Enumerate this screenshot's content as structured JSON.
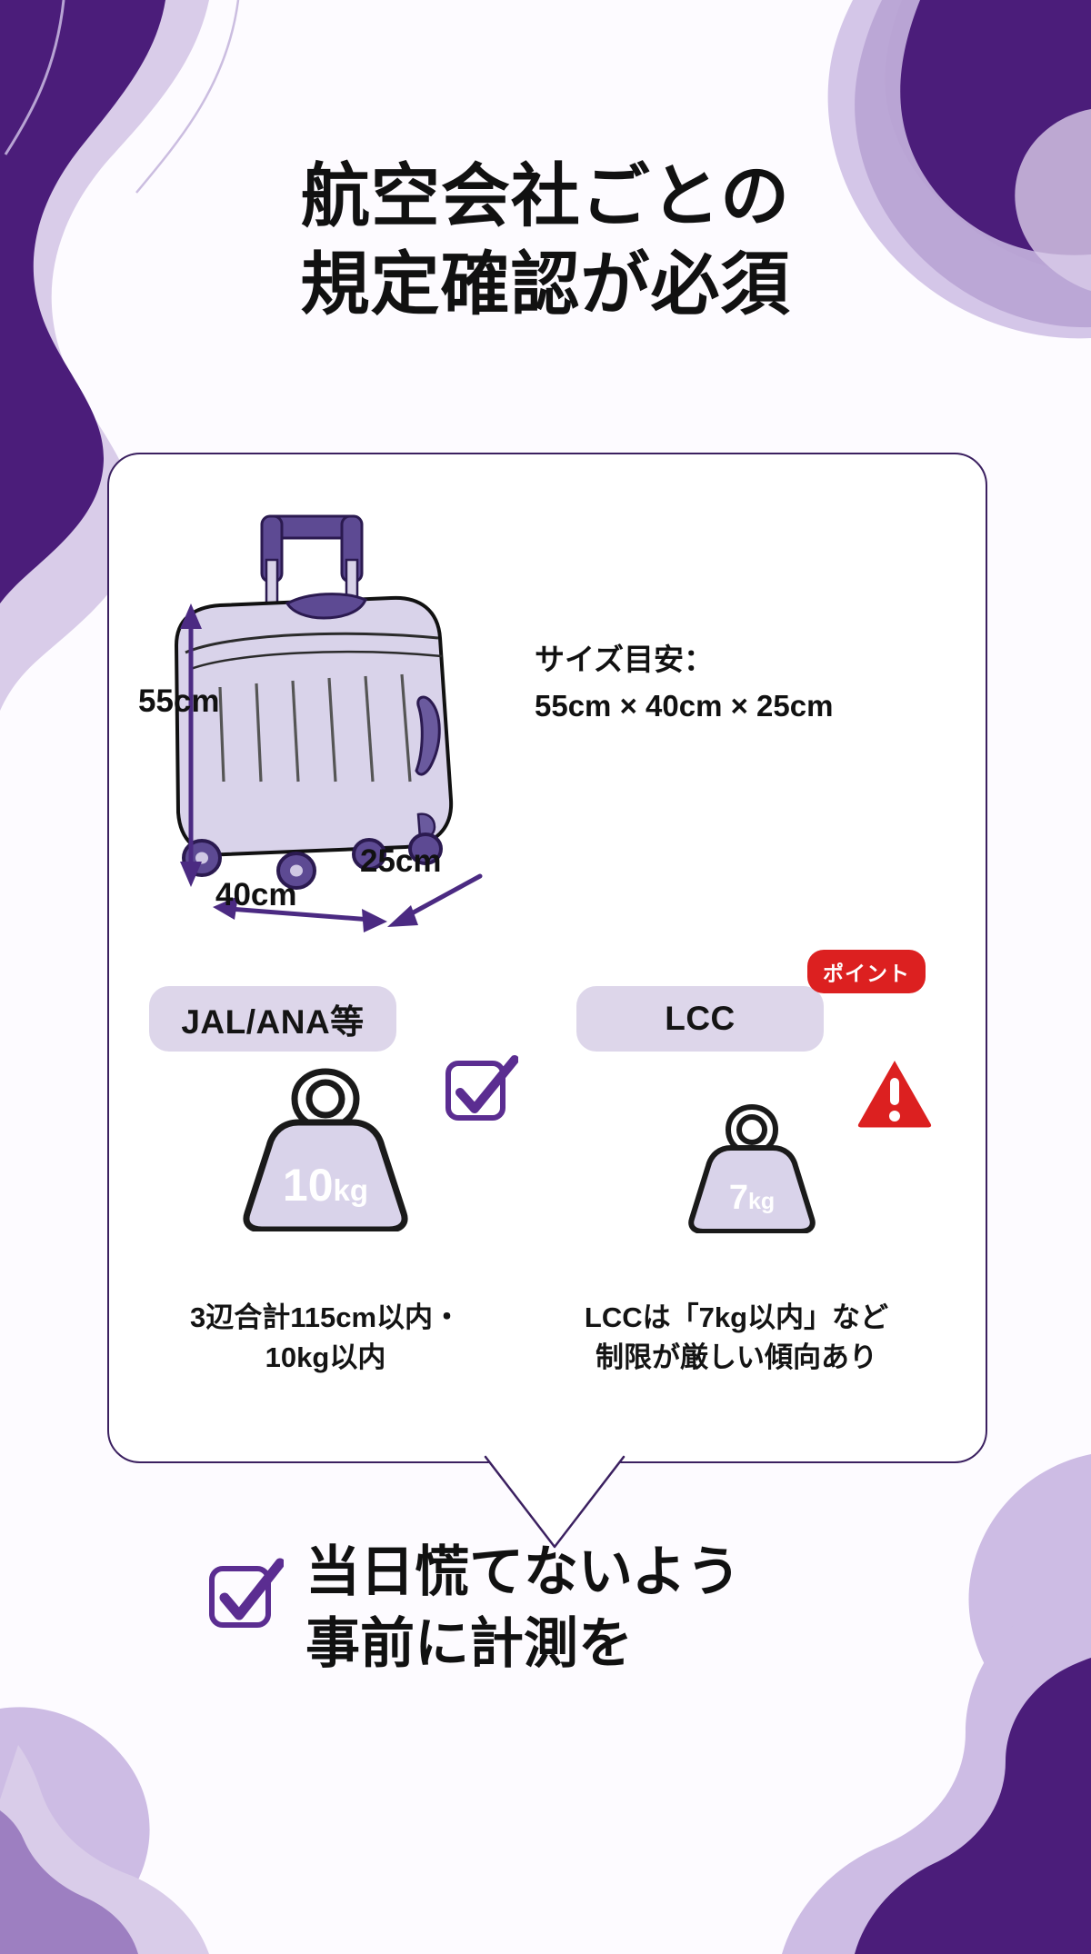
{
  "theme": {
    "bg": "#fdfbff",
    "deep_purple": "#4b1d7a",
    "mid_purple": "#6b3fa0",
    "light_purple": "#d6c9e8",
    "pale_purple": "#e8dff3",
    "pill_bg": "#ddd6ea",
    "accent_red": "#dc2020",
    "card_border": "#3b2060",
    "ink": "#111111"
  },
  "title": {
    "line1": "航空会社ごとの",
    "line2": "規定確認が必須"
  },
  "card": {
    "suitcase": {
      "icon": "suitcase-icon",
      "dimensions": {
        "height_label": "55cm",
        "width_label": "40cm",
        "depth_label": "25cm"
      }
    },
    "size_note": {
      "heading": "サイズ目安：",
      "value": "55cm × 40cm × 25cm"
    },
    "columns": [
      {
        "pill_label": "JAL/ANA等",
        "badge": null,
        "weight_value": "10",
        "weight_unit": "kg",
        "status_icon": "checkbox-checked-icon",
        "caption_line1": "3辺合計115cm以内・",
        "caption_line2": "10kg以内"
      },
      {
        "pill_label": "LCC",
        "badge": "ポイント",
        "weight_value": "7",
        "weight_unit": "kg",
        "status_icon": "warning-triangle-icon",
        "caption_line1": "LCCは「7kg以内」など",
        "caption_line2": "制限が厳しい傾向あり"
      }
    ]
  },
  "footer": {
    "check_icon": "checkbox-checked-icon",
    "line1": "当日慌てないよう",
    "line2": "事前に計測を"
  }
}
